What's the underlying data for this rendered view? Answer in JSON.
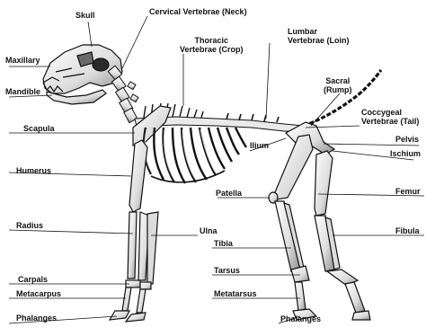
{
  "diagram": {
    "labels": {
      "skull": "Skull",
      "cervical": "Cervical Vertebrae (Neck)",
      "maxillary": "Maxillary",
      "mandible": "Mandible",
      "thoracic": "Thoracic\nVertebrae (Crop)",
      "lumbar": "Lumbar\nVertebrae (Loin)",
      "sacral": "Sacral\n(Rump)",
      "coccygeal": "Coccygeal\nVertebrae (Tail)",
      "scapula": "Scapula",
      "pelvis": "Pelvis",
      "ilium": "Ilium",
      "ischium": "Ischium",
      "humerus": "Humerus",
      "patella": "Patella",
      "femur": "Femur",
      "radius": "Radius",
      "ulna": "Ulna",
      "fibula": "Fibula",
      "tibia": "Tibia",
      "tarsus": "Tarsus",
      "carpals": "Carpals",
      "metacarpus": "Metacarpus",
      "metatarsus": "Metatarsus",
      "phalanges_front": "Phalanges",
      "phalanges_hind": "Phalanges"
    },
    "colors": {
      "bone_fill": "#f4f4f4",
      "bone_shade": "#9a9a9a",
      "outline": "#111111",
      "leader": "#111111"
    }
  }
}
